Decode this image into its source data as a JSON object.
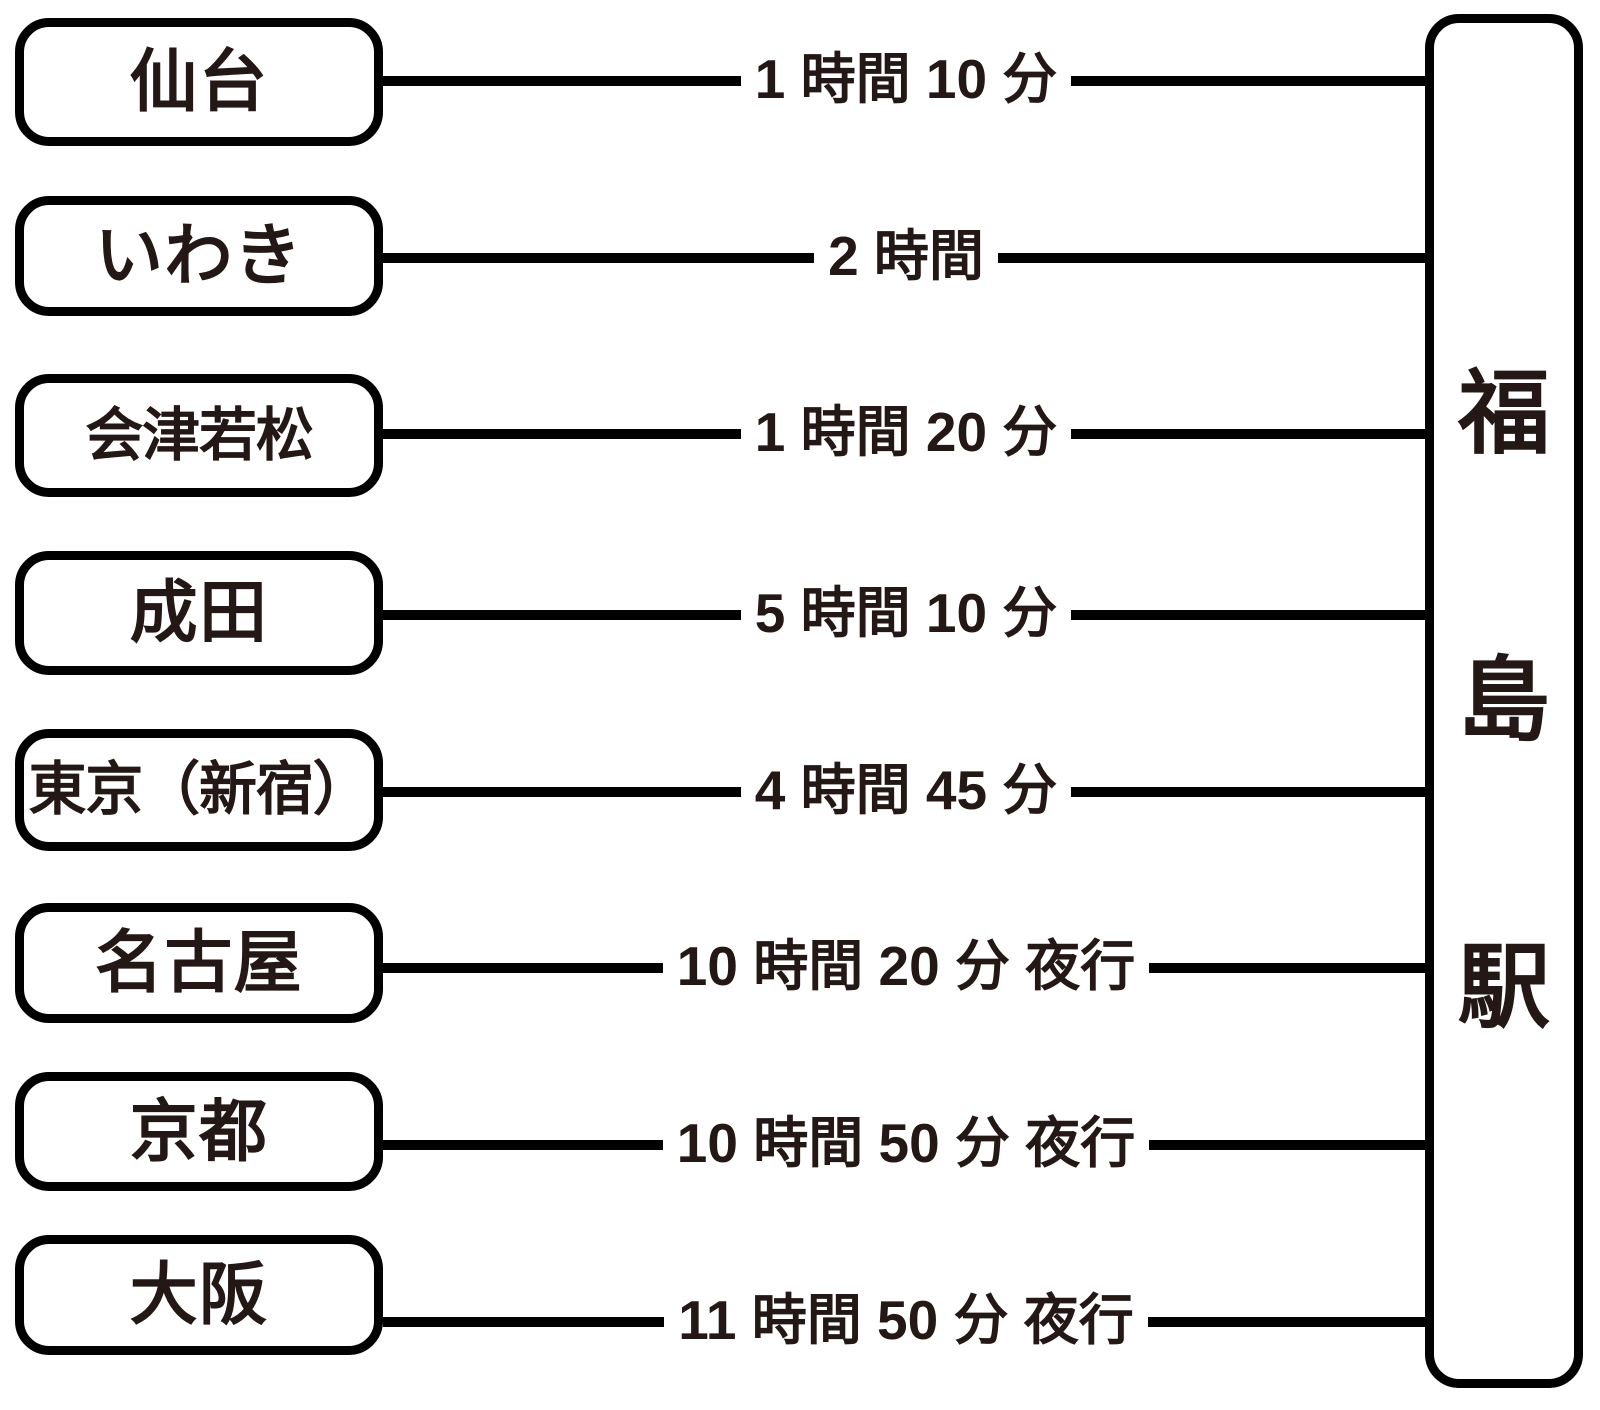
{
  "diagram": {
    "type": "access-time-chart",
    "title_text": "",
    "destination": {
      "name": "福島駅",
      "chars": [
        "福",
        "島",
        "駅"
      ]
    },
    "colors": {
      "ink": "#231815",
      "line": "#000000",
      "background": "#ffffff"
    },
    "routes": [
      {
        "origin": "仙台",
        "duration": "1 時間 10 分"
      },
      {
        "origin": "いわき",
        "duration": "2 時間"
      },
      {
        "origin": "会津若松",
        "duration": "1 時間 20 分"
      },
      {
        "origin": "成田",
        "duration": "5 時間 10 分"
      },
      {
        "origin": "東京（新宿）",
        "duration": "4 時間 45 分"
      },
      {
        "origin": "名古屋",
        "duration": "10 時間 20 分 夜行"
      },
      {
        "origin": "京都",
        "duration": "10 時間 50 分 夜行"
      },
      {
        "origin": "大阪",
        "duration": "11 時間 50 分 夜行"
      }
    ]
  }
}
